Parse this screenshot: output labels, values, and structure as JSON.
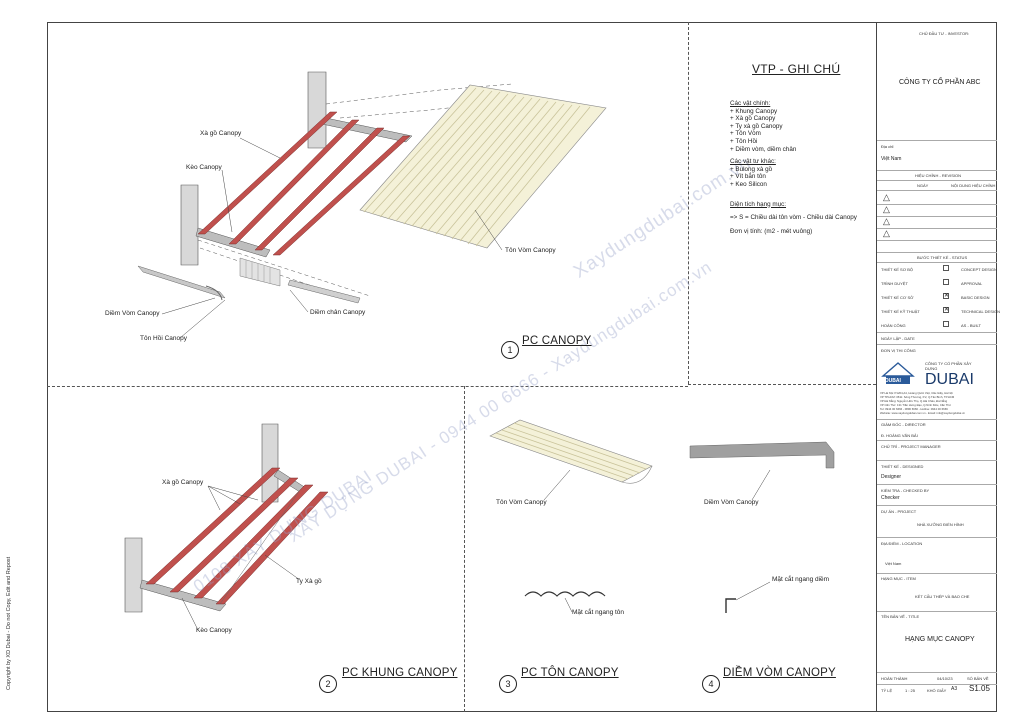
{
  "watermarks": {
    "main": "Xaydungdubai.com.vn",
    "phone": "XÂY DỰNG DUBAI - 0944 00 6666 - Xaydungdubai.com.vn",
    "lower": "0108  XÂY DỰNG DUBAI"
  },
  "copyright": "Copyright by XD Dubai - Do not Copy, Edit and Repost",
  "notes": {
    "title": "VTP - GHI CHÚ",
    "main_heading": "Các vật chính:",
    "main_items": [
      "+ Khung Canopy",
      "+ Xà gồ Canopy",
      "+ Ty xà gồ Canopy",
      "+ Tôn Vòm",
      "+ Tôn Hồi",
      "+ Diềm vòm, diềm chân"
    ],
    "other_heading": "Các vật tư khác:",
    "other_items": [
      "+ Bulong xà gồ",
      "+ Vít bắn tôn",
      "+ Keo Silicon"
    ],
    "area_heading": "Diện tích hạng mục:",
    "formula": "=> S = Chiều dài tôn vòm - Chiều dài Canopy",
    "unit": "Đơn vị tính: (m2 - mét vuông)"
  },
  "views": {
    "v1": {
      "num": "1",
      "title": "PC CANOPY",
      "labels": {
        "xago": "Xà gồ Canopy",
        "keo": "Kèo Canopy",
        "tonvom": "Tôn Vòm Canopy",
        "diemvom": "Diềm Vòm Canopy",
        "tonhoi": "Tôn Hồi Canopy",
        "diemchan": "Diềm chân Canopy"
      }
    },
    "v2": {
      "num": "2",
      "title": "PC KHUNG CANOPY",
      "labels": {
        "xago": "Xà gồ Canopy",
        "ty": "Ty Xà gồ",
        "keo": "Kèo Canopy"
      }
    },
    "v3": {
      "num": "3",
      "title": "PC TÔN CANOPY",
      "labels": {
        "tonvom": "Tôn Vòm Canopy",
        "matcat": "Mặt cắt ngang tôn"
      }
    },
    "v4": {
      "num": "4",
      "title": "DIỀM VÒM CANOPY",
      "labels": {
        "diemvom": "Diềm Vòm Canopy",
        "matcat": "Mặt cắt ngang diềm"
      }
    }
  },
  "title_block": {
    "investor_label": "CHỦ ĐẦU TƯ - INVESTOR:",
    "investor": "CÔNG TY CỔ PHẦN ABC",
    "address_label": "Địa chỉ:",
    "address": "Việt Nam",
    "revision_label": "HIỆU CHỈNH - REVISION",
    "rev_date": "NGÀY",
    "rev_content": "NỘI DUNG HIỆU CHỈNH",
    "status_label": "BƯỚC THIẾT KẾ - STATUS",
    "status": [
      {
        "vn": "THIẾT KẾ SƠ BỘ",
        "en": "CONCEPT DESIGN",
        "checked": false
      },
      {
        "vn": "TRÌNH DUYỆT",
        "en": "APPROVAL",
        "checked": false
      },
      {
        "vn": "THIẾT KẾ CƠ SỞ",
        "en": "BASIC DESIGN",
        "checked": true
      },
      {
        "vn": "THIẾT KẾ KỸ THUẬT",
        "en": "TECHNICAL DESIGN",
        "checked": true
      },
      {
        "vn": "HOÀN CÔNG",
        "en": "AS - BUILT",
        "checked": false
      }
    ],
    "date_label": "NGÀY LẬP - DATE",
    "contractor_label": "ĐƠN VỊ THI CÔNG",
    "company_small": "CÔNG TY CỔ PHẦN XÂY DỰNG",
    "company_big": "DUBAI",
    "logo_text": "DUBAI",
    "offices": [
      "VP Hà Nội: P1204,A4, Hoàng Quốc Việt, Cầu Giấy, Hà Nội",
      "VP TP.HCM: 08 Đ. Sông Thương, P.2, Q.Tân Bình, TP.HCM",
      "VP Đà Nẵng: Nguyễn Hữu Thọ, Q.Hải Châu, Đà Nẵng",
      "VP Cần Thơ: 131 Trần Hưng Đạo, Q.Ninh Kiều, Cần Thơ",
      "Tel: 0944 00 6666 - 0896 6666 - Hotline: 0944 00 6666",
      "Website: www.xaydungdubai.com.vn - Email: info@xaydungdubai.vn"
    ],
    "director_label": "GIÁM ĐỐC - DIRECTOR",
    "director": "Đ. HOÀNG VĂN BẢI",
    "pm_label": "CHỦ TRÌ - PROJECT MANAGER",
    "designer_label": "THIẾT KẾ - DESIGNED",
    "designer": "Designer",
    "checker_label": "KIỂM TRA - CHECKED BY",
    "checker": "Checker",
    "project_label": "DỰ ÁN - PROJECT",
    "project": "NHÀ XƯỞNG ĐIỂN HÌNH",
    "location_label": "ĐỊA ĐIỂM - LOCATION",
    "location": "Việt Nam",
    "item_label": "HẠNG MỤC - ITEM",
    "item": "KẾT CẤU THÉP VÀ BAO CHE",
    "sheet_title_label": "TÊN BẢN VẼ - TITLE",
    "sheet_title": "HẠNG MỤC CANOPY",
    "complete_label": "HOÀN THÀNH",
    "complete_date": "04/10/23",
    "sheet_no_label": "SỐ BẢN VẼ",
    "scale_label": "TỶ LỆ",
    "scale": "1 : 25",
    "paper_label": "KHỔ GIẤY",
    "paper": "A3",
    "sheet_no": "S1.05"
  }
}
